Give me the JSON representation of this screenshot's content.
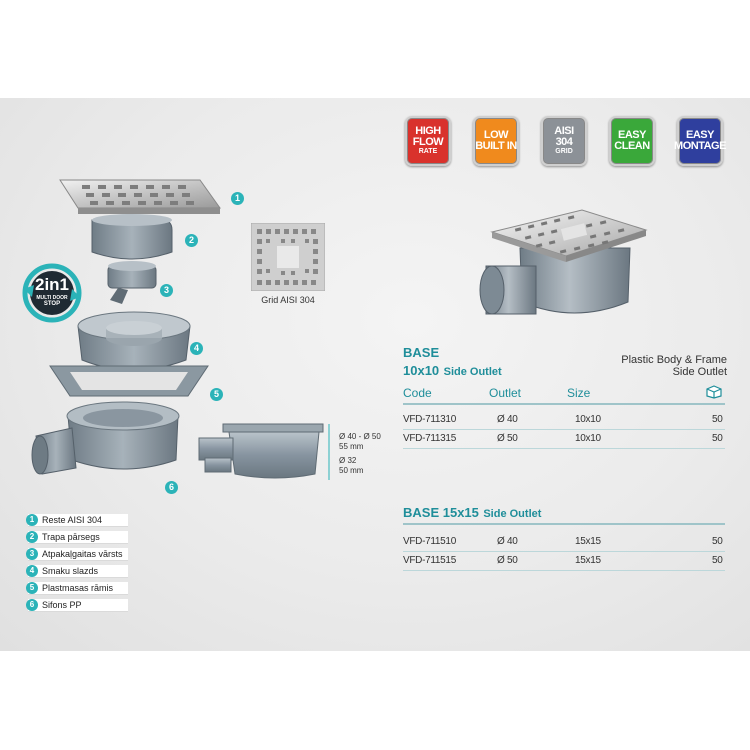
{
  "badges": [
    {
      "line1": "HIGH",
      "line2": "FLOW",
      "line3": "RATE",
      "color": "#d9322c"
    },
    {
      "line1": "LOW",
      "line2": "BUILT IN",
      "line3": "",
      "color": "#f08a1d"
    },
    {
      "line1": "AISI",
      "line2": "304",
      "line3": "GRID",
      "color": "#8c9197"
    },
    {
      "line1": "EASY",
      "line2": "CLEAN",
      "line3": "",
      "color": "#3aa83a"
    },
    {
      "line1": "EASY",
      "line2": "MONTAGE",
      "line3": "",
      "color": "#2f3f9e"
    }
  ],
  "two_in_one": {
    "big": "2in1",
    "small": "MULTI DOOR",
    "small2": "STOP"
  },
  "callouts": [
    "1",
    "2",
    "3",
    "4",
    "5",
    "6"
  ],
  "grid_caption": "Grid AISI 304",
  "dimensions": {
    "d1": "Ø 40 - Ø 50",
    "d1b": "55 mm",
    "d2": "Ø 32",
    "d2b": "50 mm"
  },
  "legend": [
    {
      "num": "1",
      "text": "Reste AISI 304"
    },
    {
      "num": "2",
      "text": "Trapa pārsegs"
    },
    {
      "num": "3",
      "text": "Atpakaļgaitas vārsts"
    },
    {
      "num": "4",
      "text": "Smaku slazds"
    },
    {
      "num": "5",
      "text": "Plastmasas rāmis"
    },
    {
      "num": "6",
      "text": "Sifons PP"
    }
  ],
  "section1": {
    "title": "BASE",
    "subtitle_size": "10x10",
    "subtitle_rest": "Side Outlet",
    "right1": "Plastic Body & Frame",
    "right2": "Side Outlet",
    "headers": {
      "code": "Code",
      "outlet": "Outlet",
      "size": "Size"
    },
    "rows": [
      {
        "code": "VFD-711310",
        "outlet": "Ø 40",
        "size": "10x10",
        "qty": "50"
      },
      {
        "code": "VFD-711315",
        "outlet": "Ø 50",
        "size": "10x10",
        "qty": "50"
      }
    ]
  },
  "section2": {
    "title": "BASE 15x15",
    "subtitle": "Side Outlet",
    "rows": [
      {
        "code": "VFD-711510",
        "outlet": "Ø 40",
        "size": "15x15",
        "qty": "50"
      },
      {
        "code": "VFD-711515",
        "outlet": "Ø 50",
        "size": "15x15",
        "qty": "50"
      }
    ]
  }
}
